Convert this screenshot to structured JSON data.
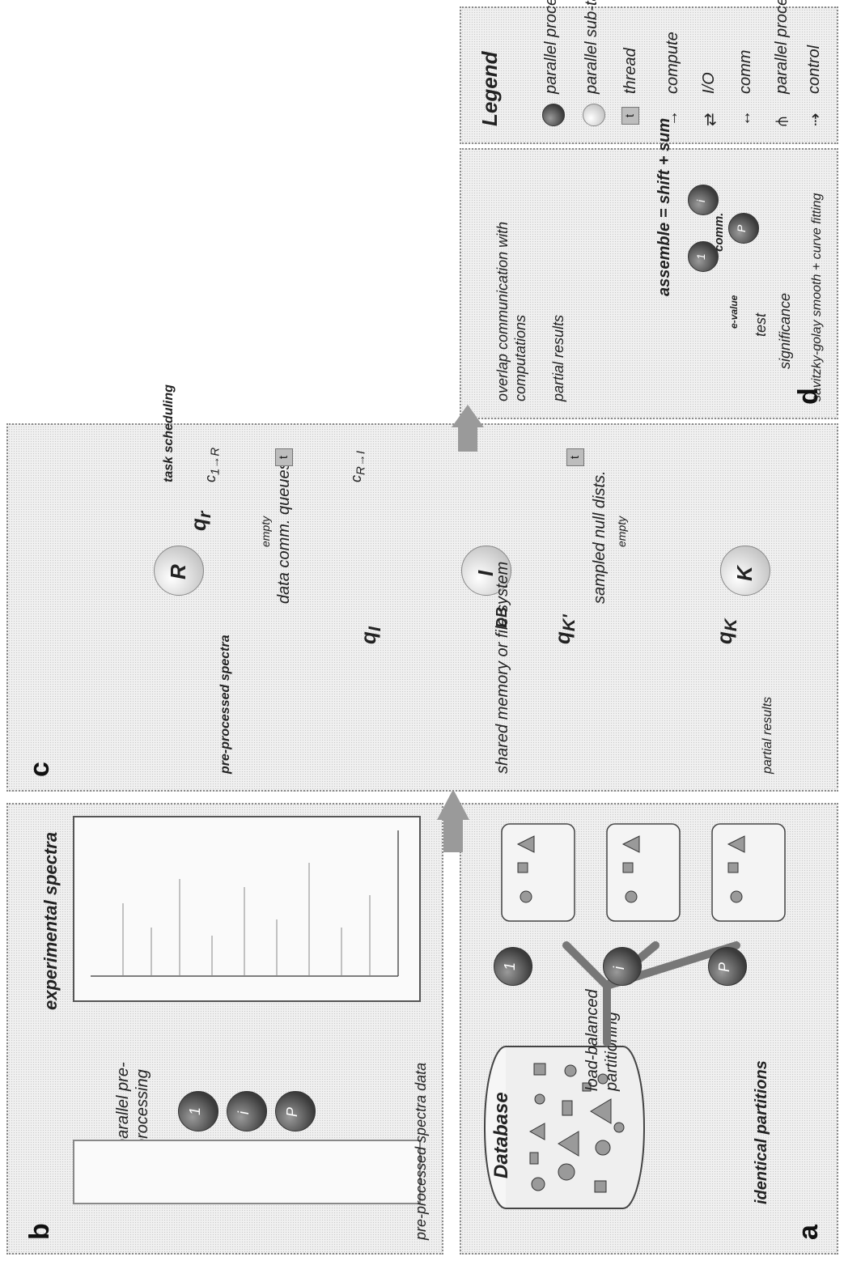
{
  "legend": {
    "title": "Legend",
    "items": {
      "parallel_process": "parallel process",
      "parallel_subtask": "parallel sub-task",
      "thread": "thread",
      "thread_glyph": "t",
      "compute": "compute",
      "io": "I/O",
      "comm": "comm",
      "parallel_processing": "parallel processing",
      "control": "control"
    }
  },
  "panel_a": {
    "label": "a",
    "database": "Database",
    "partitioning": "load-balanced partitioning",
    "partitions": "identical partitions",
    "process_labels": [
      "1",
      "i",
      "P"
    ]
  },
  "panel_b": {
    "label": "b",
    "experimental": "experimental spectra",
    "preprocessing": "parallel pre-processing",
    "preprocessed": "pre-processed spectra data",
    "process_labels": [
      "1",
      "i",
      "P"
    ]
  },
  "panel_c": {
    "label": "c",
    "task_scheduling": "task scheduling",
    "c_left": "c",
    "c_left_sub": "1→R",
    "c_right": "c",
    "c_right_sub": "R→I",
    "node_r": "R",
    "node_i": "I",
    "node_k": "K",
    "q_r": "q",
    "q_r_sub": "r",
    "q_i": "q",
    "q_i_sub": "I",
    "q_k_in": "q",
    "q_k_in_sub": "K'",
    "q_k": "q",
    "q_k_sub": "K",
    "empty1": "empty",
    "empty2": "empty",
    "db": "DB",
    "data_queues": "data comm. queues",
    "null_dists": "sampled null dists.",
    "preprocessed": "pre-processed spectra",
    "partial": "partial results",
    "shared": "shared memory or file system",
    "thread_glyph": "t"
  },
  "panel_d": {
    "label": "d",
    "assemble": "assemble = shift + sum",
    "comm": "comm.",
    "overlap": "overlap communication with computations",
    "partial": "partial results",
    "significance": "significance",
    "test": "test",
    "evalue": "e-value",
    "savitzky": "savitzky-golay smooth + curve fitting",
    "process_labels": [
      "1",
      "i",
      "P"
    ]
  },
  "colors": {
    "panel_bg": "#f0f0f0",
    "border": "#8a8a8a",
    "arrow_gray": "#9a9a9a"
  }
}
